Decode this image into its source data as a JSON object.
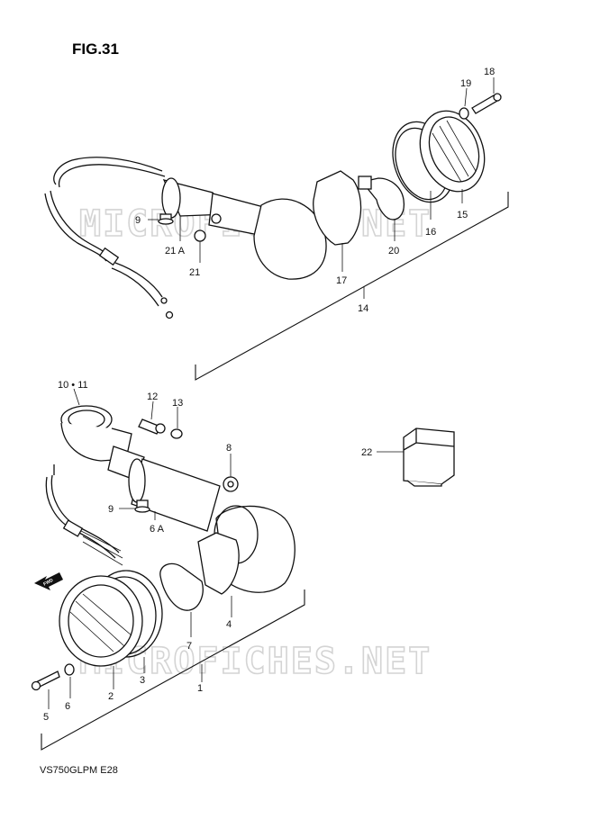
{
  "figure": {
    "title": "FIG.31",
    "model": "VS750GLPM  E28"
  },
  "watermark": {
    "text": "MICROFICHES.NET"
  },
  "fwd_arrow": {
    "text": "FWD"
  },
  "labels": {
    "p1": "1",
    "p2": "2",
    "p3": "3",
    "p4": "4",
    "p5": "5",
    "p6": "6",
    "p6a": "6 A",
    "p7": "7",
    "p8": "8",
    "p9a": "9",
    "p9b": "9",
    "p10_11": "10 • 11",
    "p12": "12",
    "p13": "13",
    "p14": "14",
    "p15": "15",
    "p16": "16",
    "p17": "17",
    "p18": "18",
    "p19": "19",
    "p20": "20",
    "p21": "21",
    "p21a": "21 A",
    "p22": "22"
  }
}
